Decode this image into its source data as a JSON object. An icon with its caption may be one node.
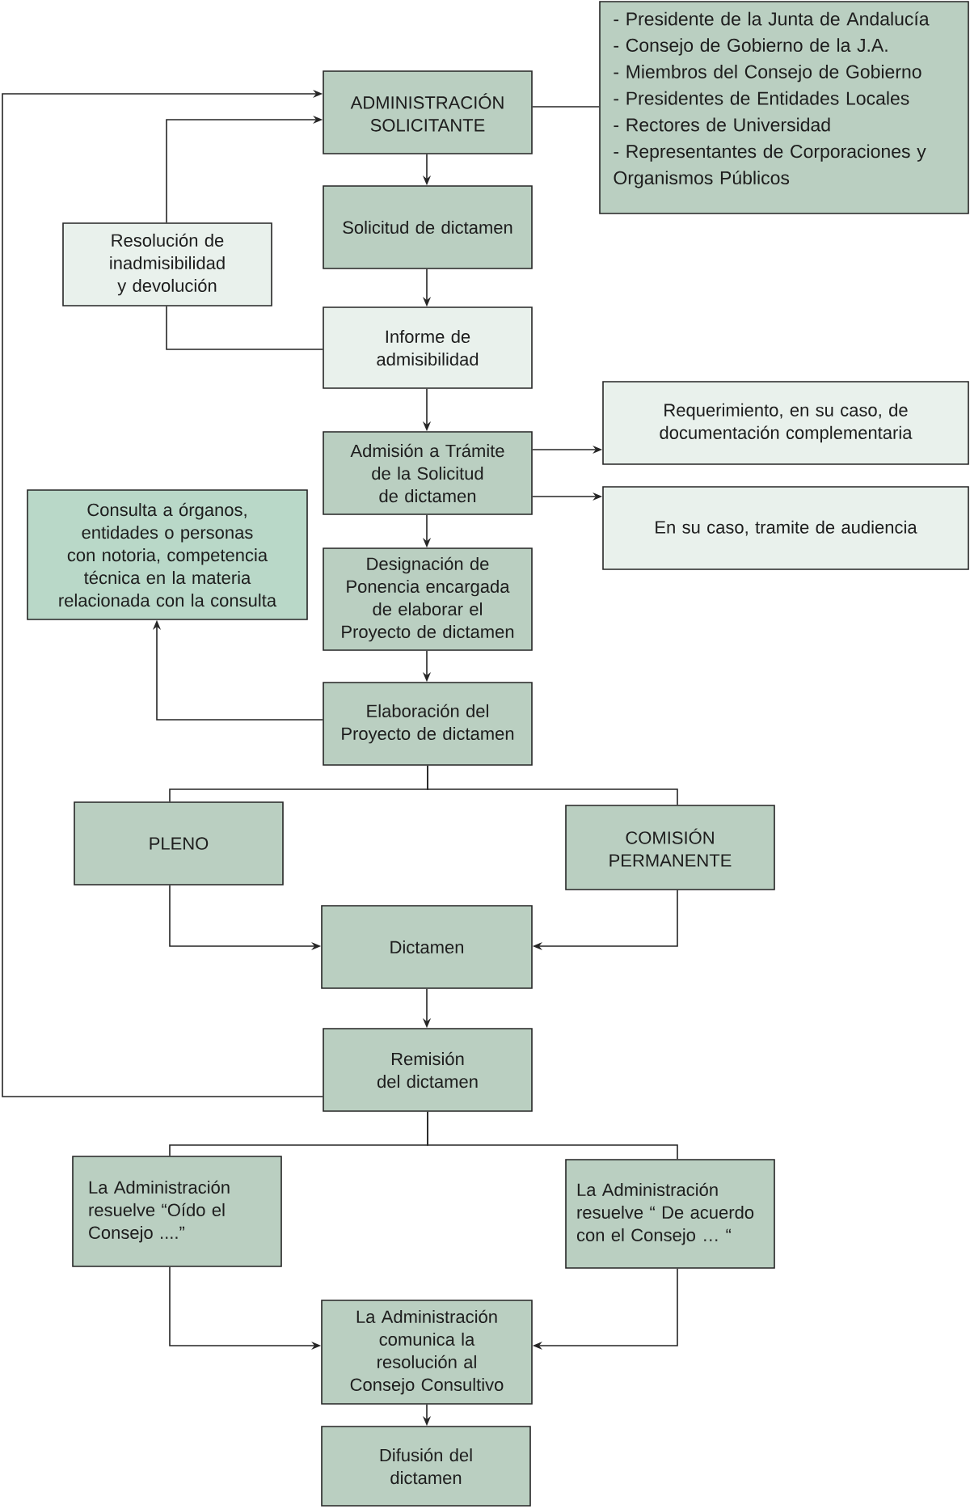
{
  "diagram": {
    "nodes": [
      {
        "text": [
          "ADMINISTRACIÓN SOLICITANTE"
        ]
      },
      {
        "text": [
          "- Presidente de la Junta de Andalucía",
          "- Consejo de Gobierno de la J.A.",
          "- Miembros del Consejo de Gobierno",
          "- Presidentes de Entidades Locales",
          "- Rectores de Universidad",
          "- Representantes de Corporaciones y Organismos Públicos"
        ]
      },
      {
        "text": [
          "Solicitud de dictamen"
        ]
      },
      {
        "text": [
          "Resolución de inadmisibilidad y devolución"
        ]
      },
      {
        "text": [
          "Informe de admisibilidad"
        ]
      },
      {
        "text": [
          "Admisión a Trámite de la Solicitud de dictamen"
        ]
      },
      {
        "text": [
          "Requerimiento, en su caso, de documentación complementaria"
        ]
      },
      {
        "text": [
          "En su caso, tramite de audiencia"
        ]
      },
      {
        "text": [
          "Consulta a órganos, entidades o personas con notoria, competencia técnica en la materia relacionada con la consulta"
        ]
      },
      {
        "text": [
          "Designación de Ponencia encargada de elaborar el Proyecto de dictamen"
        ]
      },
      {
        "text": [
          "Elaboración del Proyecto de dictamen"
        ]
      },
      {
        "text": [
          "PLENO"
        ]
      },
      {
        "text": [
          "COMISIÓN PERMANENTE"
        ]
      },
      {
        "text": [
          "Dictamen"
        ]
      },
      {
        "text": [
          "Remisión del dictamen"
        ]
      },
      {
        "text": [
          "La Administración resuelve “Oído el Consejo ....”"
        ]
      },
      {
        "text": [
          "La Administración resuelve “ De acuerdo con el Consejo … “"
        ]
      },
      {
        "text": [
          "La Administración comunica la resolución al Consejo Consultivo"
        ]
      },
      {
        "text": [
          "Difusión del dictamen"
        ]
      }
    ],
    "edges": [
      {
        "from": 0,
        "to": 1,
        "arrow": "none"
      },
      {
        "from": 0,
        "to": 2,
        "arrow": "to"
      },
      {
        "from": 2,
        "to": 4,
        "arrow": "to"
      },
      {
        "from": 4,
        "to": 3,
        "arrow": "none"
      },
      {
        "from": 3,
        "to": 0,
        "arrow": "to"
      },
      {
        "from": 4,
        "to": 5,
        "arrow": "to"
      },
      {
        "from": 5,
        "to": 6,
        "arrow": "to"
      },
      {
        "from": 5,
        "to": 7,
        "arrow": "to"
      },
      {
        "from": 5,
        "to": 9,
        "arrow": "to"
      },
      {
        "from": 9,
        "to": 10,
        "arrow": "to"
      },
      {
        "from": 10,
        "to": 8,
        "arrow": "to"
      },
      {
        "from": 10,
        "to": 11,
        "arrow": "none"
      },
      {
        "from": 10,
        "to": 12,
        "arrow": "none"
      },
      {
        "from": 11,
        "to": 13,
        "arrow": "to"
      },
      {
        "from": 12,
        "to": 13,
        "arrow": "to"
      },
      {
        "from": 13,
        "to": 14,
        "arrow": "to"
      },
      {
        "from": 14,
        "to": 0,
        "arrow": "to"
      },
      {
        "from": 14,
        "to": 15,
        "arrow": "none"
      },
      {
        "from": 14,
        "to": 16,
        "arrow": "none"
      },
      {
        "from": 15,
        "to": 17,
        "arrow": "to"
      },
      {
        "from": 16,
        "to": 17,
        "arrow": "to"
      },
      {
        "from": 17,
        "to": 18,
        "arrow": "to"
      }
    ]
  }
}
